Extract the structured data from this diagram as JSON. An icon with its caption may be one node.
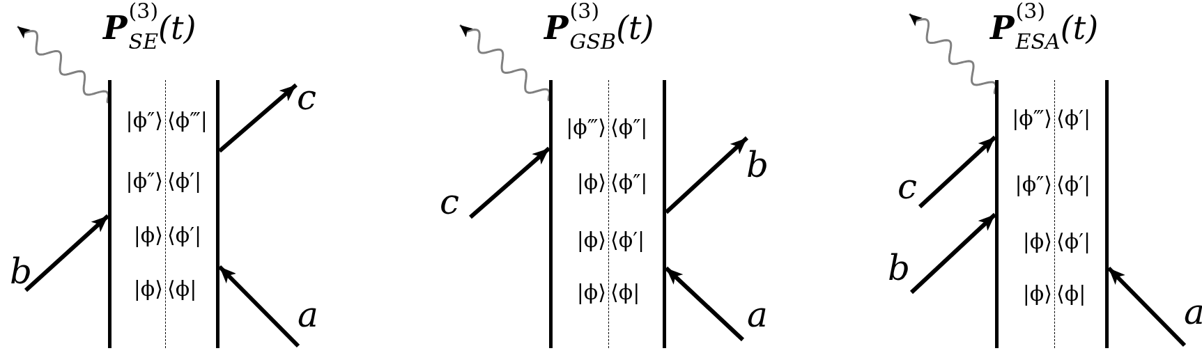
{
  "diagram": {
    "nodes": [
      {
        "text": [
          "**P**$^{(3)}$$_{SE}$(t)",
          "|ϕ″⟩",
          "⟨ϕ‴|",
          "|ϕ″⟩",
          "⟨ϕ′|",
          "|ϕ⟩",
          "⟨ϕ′|",
          "|ϕ⟩",
          "⟨ϕ|"
        ]
      },
      {
        "text": [
          "c"
        ]
      },
      {
        "text": [
          "b"
        ]
      },
      {
        "text": [
          "a"
        ]
      },
      {
        "text": [
          "**P**$^{(3)}$$_{GSB}$(t)",
          "|ϕ‴⟩",
          "⟨ϕ″|",
          "|ϕ⟩",
          "⟨ϕ″|",
          "|ϕ⟩",
          "⟨ϕ′|",
          "|ϕ⟩",
          "⟨ϕ|"
        ]
      },
      {
        "text": [
          "b"
        ]
      },
      {
        "text": [
          "c"
        ]
      },
      {
        "text": [
          "a"
        ]
      },
      {
        "text": [
          "**P**$^{(3)}$$_{ESA}$(t)",
          "|ϕ‴⟩",
          "⟨ϕ′|",
          "|ϕ″⟩",
          "⟨ϕ′|",
          "|ϕ⟩",
          "⟨ϕ′|",
          "|ϕ⟩",
          "⟨ϕ|"
        ]
      },
      {
        "text": [
          "c"
        ]
      },
      {
        "text": [
          "b"
        ]
      },
      {
        "text": [
          "a"
        ]
      }
    ],
    "edges": [
      {
        "from": 0,
        "to": null,
        "arrow": "to",
        "color": "#808080"
      },
      {
        "from": 0,
        "to": 1,
        "arrow": "to"
      },
      {
        "from": 2,
        "to": 0,
        "arrow": "to"
      },
      {
        "from": 3,
        "to": 0,
        "arrow": "to"
      },
      {
        "from": 4,
        "to": null,
        "arrow": "to",
        "color": "#808080"
      },
      {
        "from": 4,
        "to": 5,
        "arrow": "to"
      },
      {
        "from": 6,
        "to": 4,
        "arrow": "to"
      },
      {
        "from": 7,
        "to": 4,
        "arrow": "to"
      },
      {
        "from": 8,
        "to": null,
        "arrow": "to",
        "color": "#808080"
      },
      {
        "from": 9,
        "to": 8,
        "arrow": "to"
      },
      {
        "from": 10,
        "to": 8,
        "arrow": "to"
      },
      {
        "from": 11,
        "to": 8,
        "arrow": "to"
      }
    ]
  }
}
